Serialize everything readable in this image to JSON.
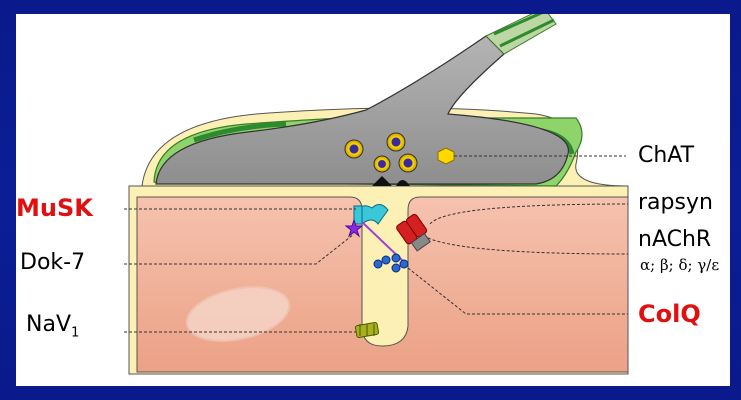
{
  "labels": {
    "chat": "ChAT",
    "musk": "MuSK",
    "rapsyn": "rapsyn",
    "nachr": "nAChR",
    "nachr_subunits": "α; β; δ; γ/ε",
    "dok7": "Dok-7",
    "colq": "ColQ",
    "nav_base": "NaV",
    "nav_sub": "1"
  },
  "colors": {
    "background": "#0b1e96",
    "panel": "#ffffff",
    "synaptic_cleft": "#fdf0b4",
    "muscle": "#f0b09a",
    "nerve_terminal": "#9a9a9a",
    "schwann_cell": "#8fd46a",
    "label_highlight": "#e01010",
    "musk_protein": "#38c8d8",
    "nachr_receptor": "#d42020",
    "colq_protein": "#2a6ad0",
    "nav_channel": "#a8b020",
    "dok7_marker": "#8a2ae0"
  }
}
